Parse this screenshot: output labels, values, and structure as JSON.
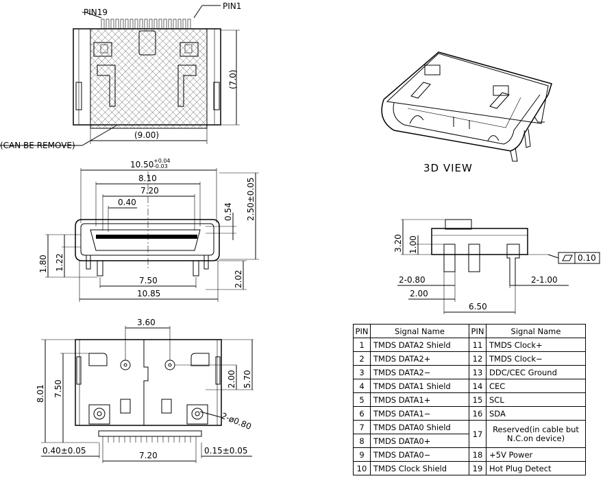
{
  "labels": {
    "pin19": "PIN19",
    "pin1": "PIN1",
    "can_be_remove": "(CAN BE REMOVE)",
    "dim_7_0": "(7.0)",
    "dim_9_00": "(9.00)",
    "dim_10_50": "10.50",
    "dim_10_50_tol_up": "+0.04",
    "dim_10_50_tol_dn": "-0.03",
    "dim_8_10": "8.10",
    "dim_7_20_top": "7.20",
    "dim_0_40": "0.40",
    "dim_0_54": "0.54",
    "dim_2_50": "2.50±0.05",
    "dim_1_80": "1.80",
    "dim_1_22": "1.22",
    "dim_7_50_front": "7.50",
    "dim_10_85": "10.85",
    "dim_2_02": "2.02",
    "view_3d": "3D VIEW",
    "dim_3_20": "3.20",
    "dim_1_00_vert": "1.00",
    "flatness_value": "0.10",
    "dim_2_080": "2-0.80",
    "dim_2_100": "2-1.00",
    "dim_2_00_side": "2.00",
    "dim_6_50": "6.50",
    "dim_3_60": "3.60",
    "dim_8_01": "8.01",
    "dim_7_50_bottom": "7.50",
    "dim_2_00_bottom": "2.00",
    "dim_5_70": "5.70",
    "dim_2_phi080": "2-ø0.80",
    "dim_0_40_tol": "0.40±0.05",
    "dim_7_20_bottom": "7.20",
    "dim_0_15_tol": "0.15±0.05"
  },
  "pin_table": {
    "headers": [
      "PIN",
      "Signal Name",
      "PIN",
      "Signal Name"
    ],
    "left": [
      {
        "pin": "1",
        "name": "TMDS DATA2 Shield"
      },
      {
        "pin": "2",
        "name": "TMDS DATA2+"
      },
      {
        "pin": "3",
        "name": "TMDS DATA2−"
      },
      {
        "pin": "4",
        "name": "TMDS DATA1 Shield"
      },
      {
        "pin": "5",
        "name": "TMDS DATA1+"
      },
      {
        "pin": "6",
        "name": "TMDS DATA1−"
      },
      {
        "pin": "7",
        "name": "TMDS DATA0 Shield"
      },
      {
        "pin": "8",
        "name": "TMDS DATA0+"
      },
      {
        "pin": "9",
        "name": "TMDS DATA0−"
      },
      {
        "pin": "10",
        "name": "TMDS Clock Shield"
      }
    ],
    "right": [
      {
        "pin": "11",
        "name": "TMDS Clock+"
      },
      {
        "pin": "12",
        "name": "TMDS Clock−"
      },
      {
        "pin": "13",
        "name": "DDC/CEC Ground"
      },
      {
        "pin": "14",
        "name": "CEC"
      },
      {
        "pin": "15",
        "name": "SCL"
      },
      {
        "pin": "16",
        "name": "SDA"
      },
      {
        "pin": "17",
        "name": "Reserved(in cable but N.C.on device)"
      },
      {
        "pin": "18",
        "name": "+5V Power"
      },
      {
        "pin": "19",
        "name": "Hot Plug Detect"
      }
    ]
  }
}
